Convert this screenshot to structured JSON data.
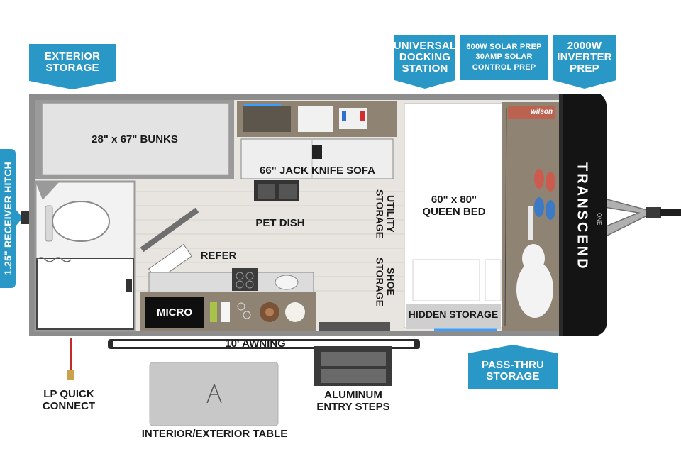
{
  "callouts": {
    "exterior_storage": [
      "EXTERIOR",
      "STORAGE"
    ],
    "universal_docking": [
      "UNIVERSAL",
      "DOCKING",
      "STATION"
    ],
    "solar": [
      "600W SOLAR PREP",
      "30AMP SOLAR",
      "CONTROL PREP"
    ],
    "inverter": [
      "2000W",
      "INVERTER",
      "PREP"
    ],
    "receiver_hitch": "1.25\" RECEIVER HITCH",
    "pass_thru": [
      "PASS-THRU",
      "STORAGE"
    ]
  },
  "labels": {
    "bunks": "28\" x 67\" BUNKS",
    "sofa": "66\" JACK KNIFE SOFA",
    "pet_dish": "PET DISH",
    "refer": "REFER",
    "micro": "MICRO",
    "utility_storage": [
      "UTILITY",
      "STORAGE"
    ],
    "shoe_storage": [
      "SHOE",
      "STORAGE"
    ],
    "queen_bed": [
      "60\" x 80\"",
      "QUEEN BED"
    ],
    "hidden_storage": "HIDDEN STORAGE",
    "awning": "10' AWNING",
    "lp_quick_connect": [
      "LP QUICK",
      "CONNECT"
    ],
    "aluminum_steps": [
      "ALUMINUM",
      "ENTRY STEPS"
    ],
    "table": "INTERIOR/EXTERIOR TABLE",
    "brand": "TRANSCEND",
    "brand_sub": "ONE",
    "wilson": "wilson"
  },
  "colors": {
    "callout_blue": "#2a98c6",
    "wall_gray": "#8d8d8d",
    "cabinet_taupe": "#9c9080",
    "nose_black": "#141414",
    "floor": "#e8e5e0",
    "table_gray": "#c8c8c8"
  },
  "icons": [
    "toilet-icon",
    "shower-icon",
    "stove-icon",
    "sink-icon",
    "pet-dish-icon",
    "trailer-hitch-icon",
    "lp-hose-icon",
    "guitar-icon",
    "shoes-icon"
  ]
}
